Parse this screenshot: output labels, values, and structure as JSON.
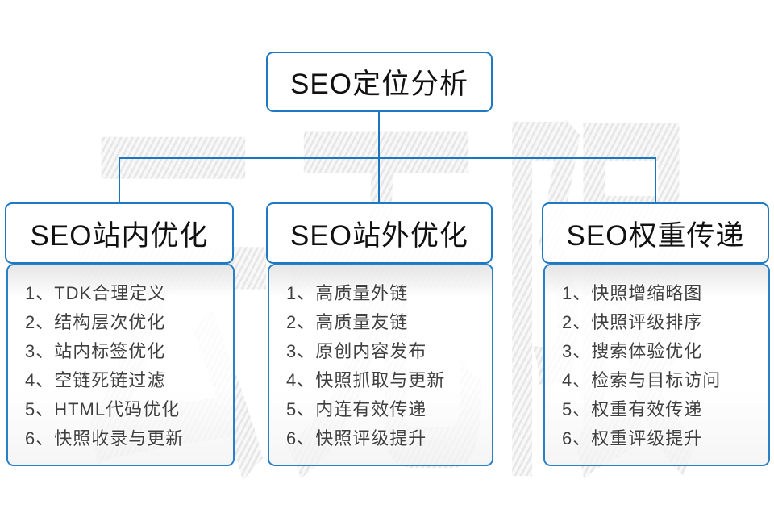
{
  "watermark": {
    "text": "云无限"
  },
  "root": {
    "label": "SEO定位分析"
  },
  "columns": [
    {
      "header": "SEO站内优化",
      "items": [
        "1、TDK合理定义",
        "2、结构层次优化",
        "3、站内标签优化",
        "4、空链死链过滤",
        "5、HTML代码优化",
        "6、快照收录与更新"
      ]
    },
    {
      "header": "SEO站外优化",
      "items": [
        "1、高质量外链",
        "2、高质量友链",
        "3、原创内容发布",
        "4、快照抓取与更新",
        "5、内连有效传递",
        "6、快照评级提升"
      ]
    },
    {
      "header": "SEO权重传递",
      "items": [
        "1、快照增缩略图",
        "2、快照评级排序",
        "3、搜索体验优化",
        "4、检索与目标访问",
        "5、权重有效传递",
        "6、权重评级提升"
      ]
    }
  ],
  "colors": {
    "box_border_blue": "#1e78c4",
    "connector_blue": "#1b76c2",
    "header_text": "#111111",
    "list_text": "#3f3f3f",
    "watermark_gray": "#e6e6e6"
  }
}
